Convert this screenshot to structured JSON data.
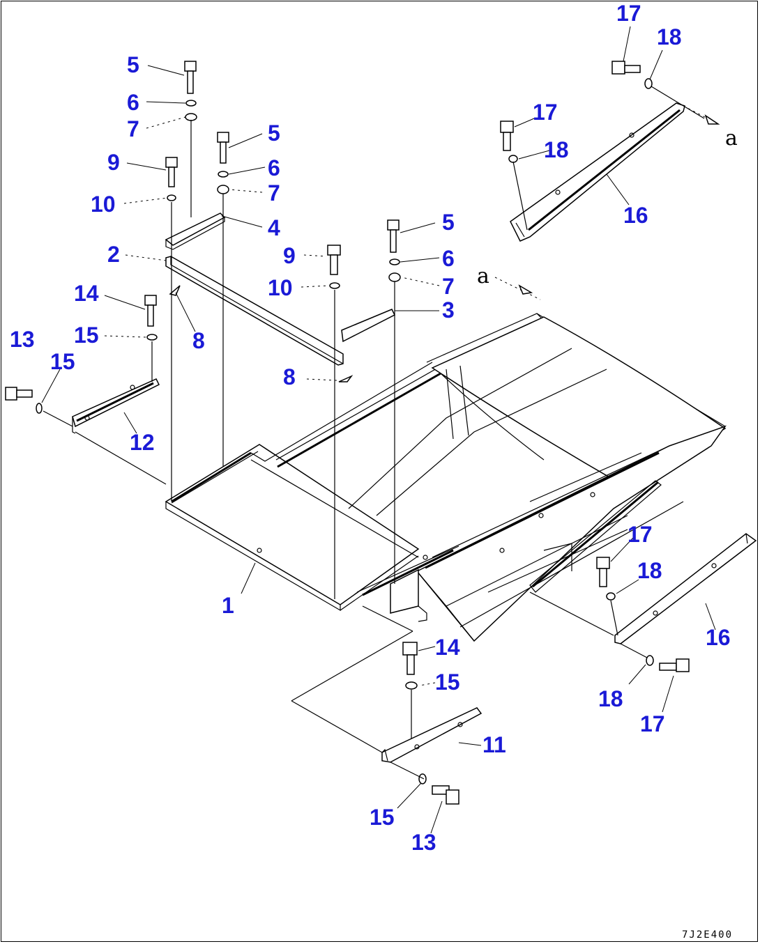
{
  "drawing": {
    "code": "7J2E400",
    "view_marker": "a",
    "callouts": [
      {
        "id": "c5a",
        "label": "5"
      },
      {
        "id": "c6a",
        "label": "6"
      },
      {
        "id": "c7a",
        "label": "7"
      },
      {
        "id": "c9a",
        "label": "9"
      },
      {
        "id": "c10a",
        "label": "10"
      },
      {
        "id": "c5b",
        "label": "5"
      },
      {
        "id": "c6b",
        "label": "6"
      },
      {
        "id": "c7b",
        "label": "7"
      },
      {
        "id": "c4",
        "label": "4"
      },
      {
        "id": "c2",
        "label": "2"
      },
      {
        "id": "c8a",
        "label": "8"
      },
      {
        "id": "c14a",
        "label": "14"
      },
      {
        "id": "c15a",
        "label": "15"
      },
      {
        "id": "c13a",
        "label": "13"
      },
      {
        "id": "c15b",
        "label": "15"
      },
      {
        "id": "c12",
        "label": "12"
      },
      {
        "id": "c9b",
        "label": "9"
      },
      {
        "id": "c10b",
        "label": "10"
      },
      {
        "id": "c5c",
        "label": "5"
      },
      {
        "id": "c6c",
        "label": "6"
      },
      {
        "id": "c7c",
        "label": "7"
      },
      {
        "id": "c3",
        "label": "3"
      },
      {
        "id": "c8b",
        "label": "8"
      },
      {
        "id": "c1",
        "label": "1"
      },
      {
        "id": "c17a",
        "label": "17"
      },
      {
        "id": "c18a",
        "label": "18"
      },
      {
        "id": "c17b",
        "label": "17"
      },
      {
        "id": "c18b",
        "label": "18"
      },
      {
        "id": "c16a",
        "label": "16"
      },
      {
        "id": "c17c",
        "label": "17"
      },
      {
        "id": "c18c",
        "label": "18"
      },
      {
        "id": "c16b",
        "label": "16"
      },
      {
        "id": "c18d",
        "label": "18"
      },
      {
        "id": "c17d",
        "label": "17"
      },
      {
        "id": "c14b",
        "label": "14"
      },
      {
        "id": "c15c",
        "label": "15"
      },
      {
        "id": "c11",
        "label": "11"
      },
      {
        "id": "c15d",
        "label": "15"
      },
      {
        "id": "c13b",
        "label": "13"
      }
    ]
  }
}
